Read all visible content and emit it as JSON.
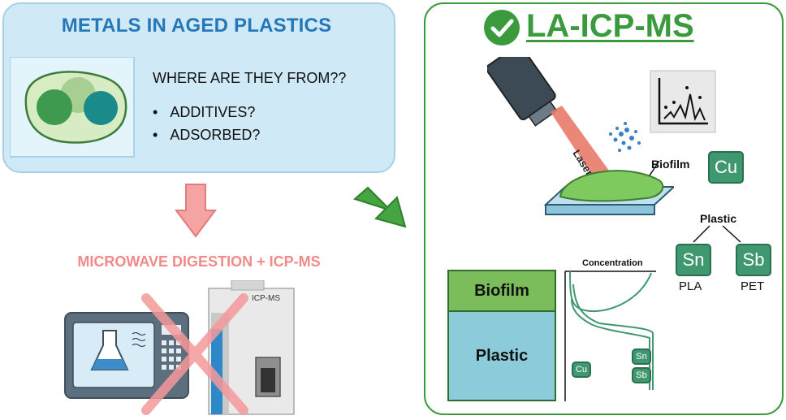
{
  "left_panel": {
    "title": "METALS IN AGED PLASTICS",
    "question": "WHERE ARE THEY FROM??",
    "bullets": [
      "ADDITIVES?",
      "ADSORBED?"
    ]
  },
  "microwave": {
    "label": "MICROWAVE DIGESTION + ICP-MS",
    "instrument_label": "ICP-MS"
  },
  "right_panel": {
    "title": "LA-ICP-MS",
    "laser_label": "Laser",
    "biofilm_label": "Biofilm",
    "plastic_label": "Plastic",
    "elements": {
      "cu": "Cu",
      "sn": "Sn",
      "sb": "Sb"
    },
    "polymers": {
      "pla": "PLA",
      "pet": "PET"
    },
    "depth_profile": {
      "axis_label": "Concentration",
      "layer_top": "Biofilm",
      "layer_bottom": "Plastic",
      "legend": [
        "Cu",
        "Sn",
        "Sb"
      ]
    }
  },
  "colors": {
    "title_blue": "#2477b8",
    "panel_bg": "#cfe9f7",
    "accent_green": "#3a9a3c",
    "error_red": "#f28a8a",
    "element_green": "#3f9870"
  }
}
